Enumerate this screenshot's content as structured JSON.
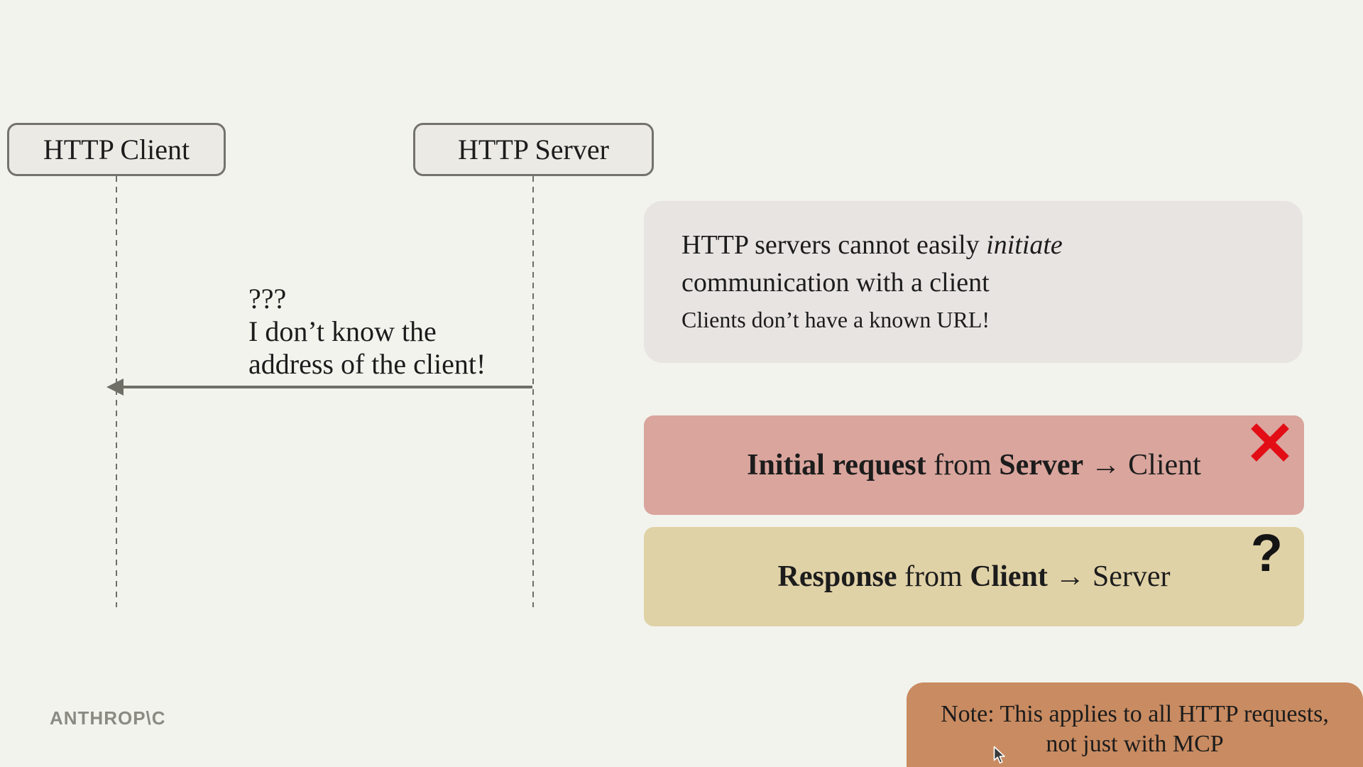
{
  "slide": {
    "background_color": "#f2f3ed",
    "text_color": "#1c1c1c"
  },
  "sequence_diagram": {
    "actors": [
      {
        "label": "HTTP Client"
      },
      {
        "label": "HTTP Server"
      }
    ],
    "message": {
      "lines": [
        "???",
        "I don’t know the",
        "address of the client!"
      ]
    },
    "line_color": "#6f6f68",
    "actor_fill": "#eceae5",
    "actor_border": "#73736c"
  },
  "callout": {
    "line1_normal": "HTTP servers cannot easily ",
    "line1_italic": "initiate",
    "line2": "communication with a client",
    "line3": "Clients don’t have a known URL!",
    "background_color": "#e8e4e1"
  },
  "flow_cards": [
    {
      "bold1": "Initial request",
      "mid": " from ",
      "bold2": "Server",
      "rest": " → Client",
      "mark": "✕",
      "background_color": "#d9a59d",
      "mark_color": "#e30d15"
    },
    {
      "bold1": "Response",
      "mid": " from ",
      "bold2": "Client",
      "rest": " → Server",
      "mark": "?",
      "background_color": "#e0d2a7",
      "mark_color": "#141414"
    }
  ],
  "note_card": {
    "line1": "Note: This applies to all HTTP requests,",
    "line2": "not just with MCP",
    "background_color": "#c98b61"
  },
  "logo": {
    "text": "ANTHROP\\C",
    "color": "#8b8b83"
  }
}
